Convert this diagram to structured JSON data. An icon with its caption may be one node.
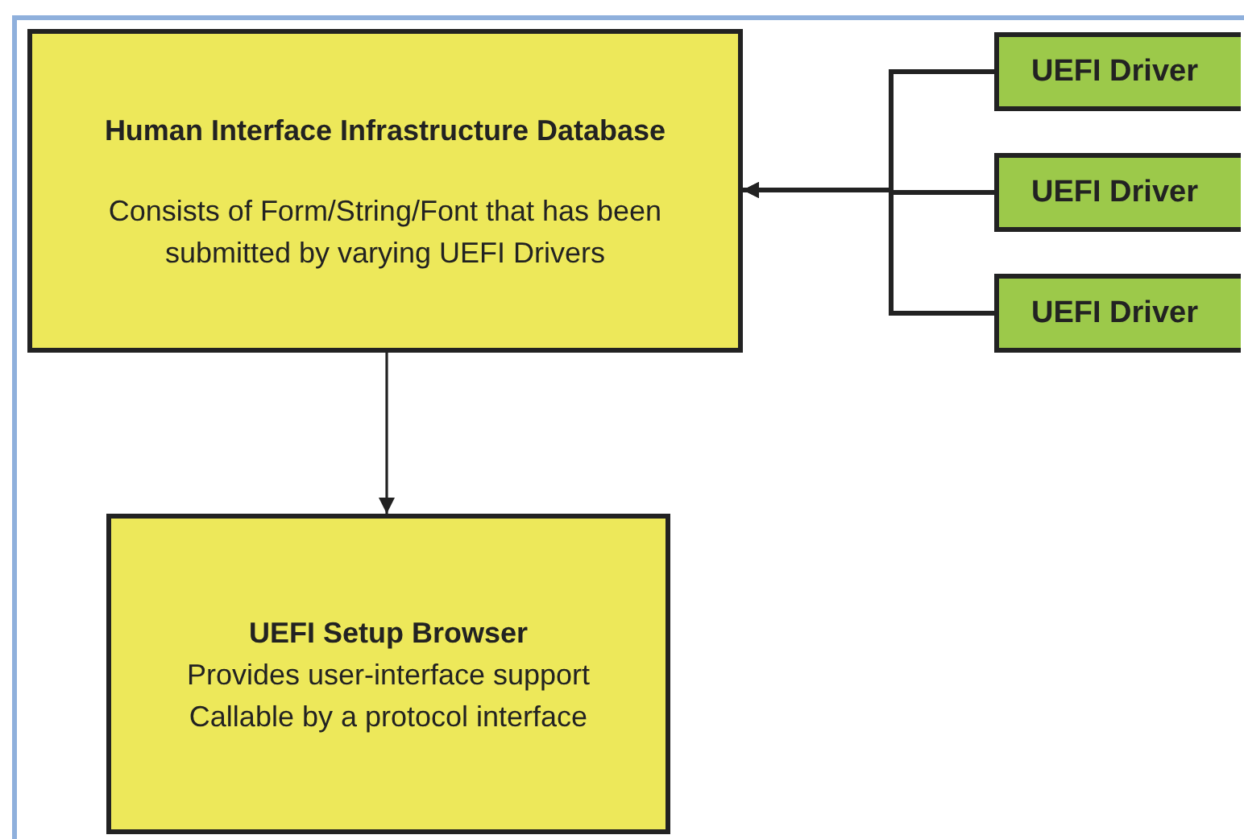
{
  "diagram": {
    "nodes": [
      {
        "text": [
          "Human Interface Infrastructure Database",
          "Consists of Form/String/Font that has been submitted by varying UEFI Drivers"
        ]
      },
      {
        "text": [
          "UEFI Driver"
        ]
      },
      {
        "text": [
          "UEFI Driver"
        ]
      },
      {
        "text": [
          "UEFI Driver"
        ]
      },
      {
        "text": [
          "UEFI Setup Browser",
          "Provides user-interface support",
          "Callable by a protocol interface"
        ]
      }
    ],
    "edges": [
      {
        "from": 1,
        "to": 0,
        "arrow": "to"
      },
      {
        "from": 2,
        "to": 0,
        "arrow": "to"
      },
      {
        "from": 3,
        "to": 0,
        "arrow": "to"
      },
      {
        "from": 0,
        "to": 4,
        "arrow": "to"
      }
    ]
  }
}
